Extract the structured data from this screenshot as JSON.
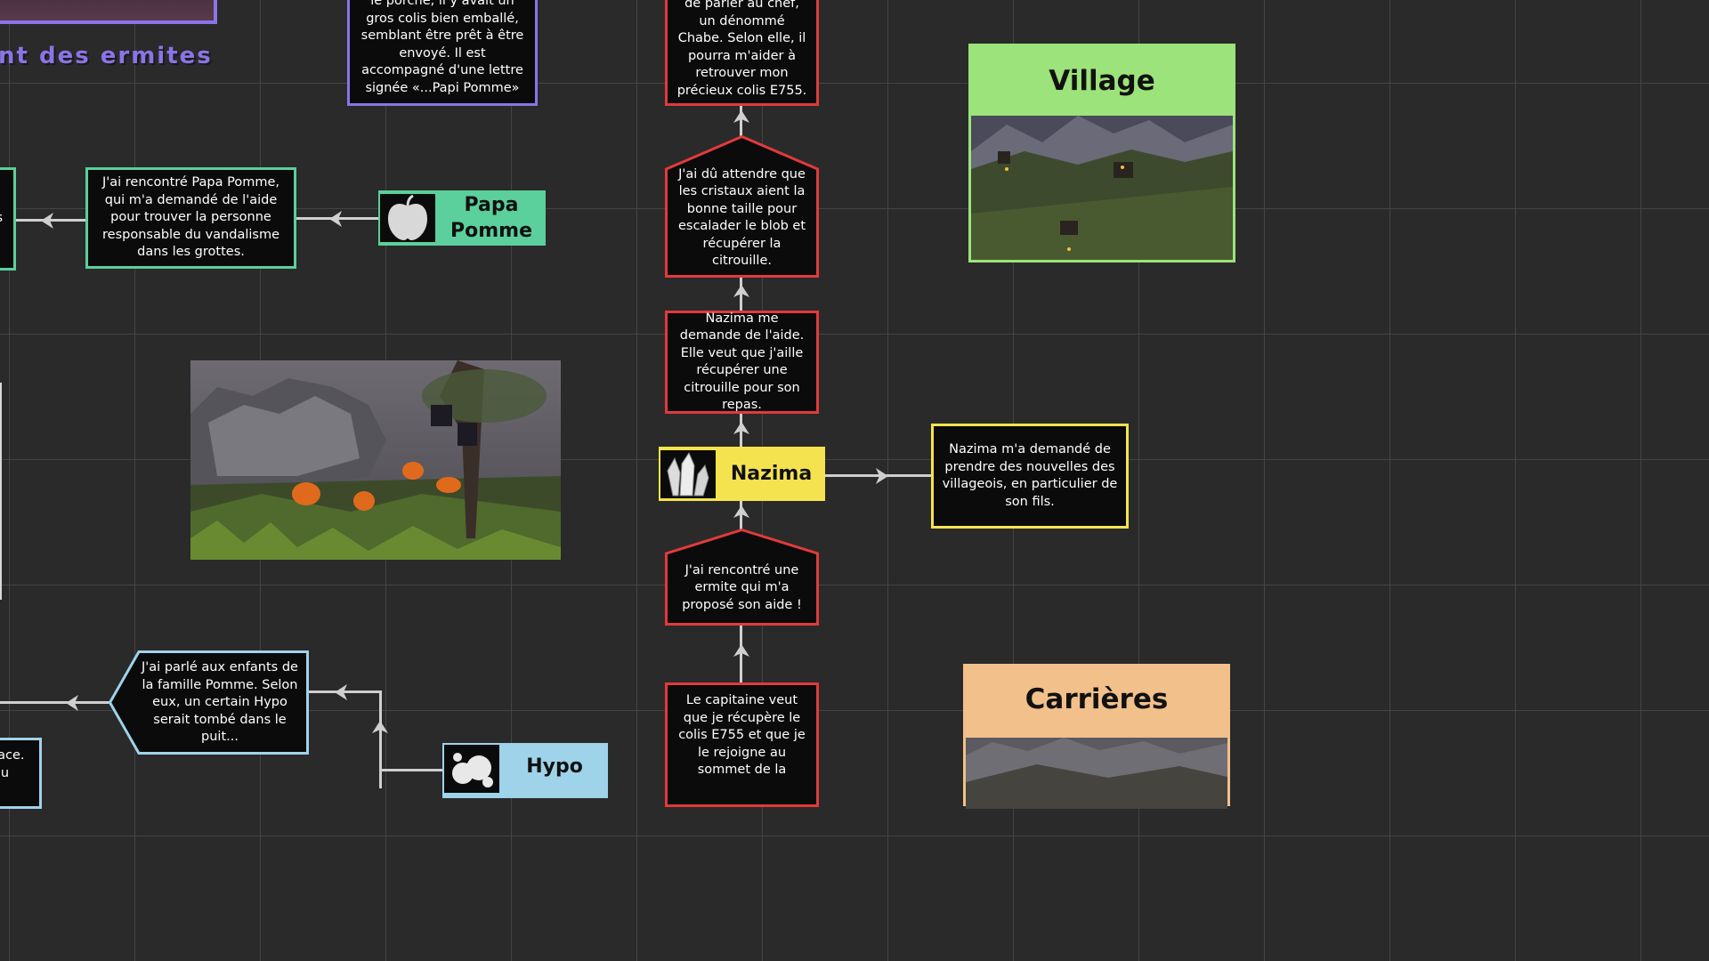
{
  "region_title": "nt des ermites",
  "nodes": {
    "colis_note": "le porche, il y avait un gros colis bien emballé, semblant être prêt à être envoyé. Il est accompagné d'une lettre signée «...Papi Pomme»",
    "chabe_note": "de parler au chef, un dénommé Chabe. Selon elle, il pourra m'aider à retrouver mon précieux colis E755.",
    "crystals_note": "J'ai dû attendre que les cristaux aient la bonne taille pour escalader le blob et récupérer la citrouille.",
    "nazima_request": "Nazima me demande de l'aide. Elle veut que j'aille récupérer une citrouille pour son repas.",
    "hermit_meet": "J'ai rencontré une ermite qui m'a proposé son aide !",
    "captain_note": "Le capitaine veut que je récupère le colis E755 et que je le rejoigne au sommet de la",
    "papa_note": "J'ai rencontré Papa Pomme, qui m'a demandé de l'aide pour trouver la personne responsable du vandalisme dans les grottes.",
    "nazima_news": "Nazima m'a demandé de prendre des nouvelles des villageois, en particulier de son fils.",
    "children_note": "J'ai parlé aux enfants de la famille Pomme. Selon eux, un certain Hypo serait tombé dans le puit...",
    "left_cut_1": "s",
    "left_cut_2": "face. au"
  },
  "characters": {
    "papa_pomme": {
      "name": "Papa Pomme",
      "color": "#5bcf9c",
      "icon": "apple-icon"
    },
    "nazima": {
      "name": "Nazima",
      "color": "#f4e34f",
      "icon": "crystal-icon"
    },
    "hypo": {
      "name": "Hypo",
      "color": "#9ed3ea",
      "icon": "blob-icon"
    }
  },
  "locations": {
    "village": {
      "title": "Village",
      "color": "#9be37a"
    },
    "carrieres": {
      "title": "Carrières",
      "color": "#f2c08a"
    }
  },
  "colors": {
    "quest_red": "#e23a3a",
    "note_purple": "#8b74e8",
    "grid": "#444444",
    "background": "#2a2a2a"
  }
}
